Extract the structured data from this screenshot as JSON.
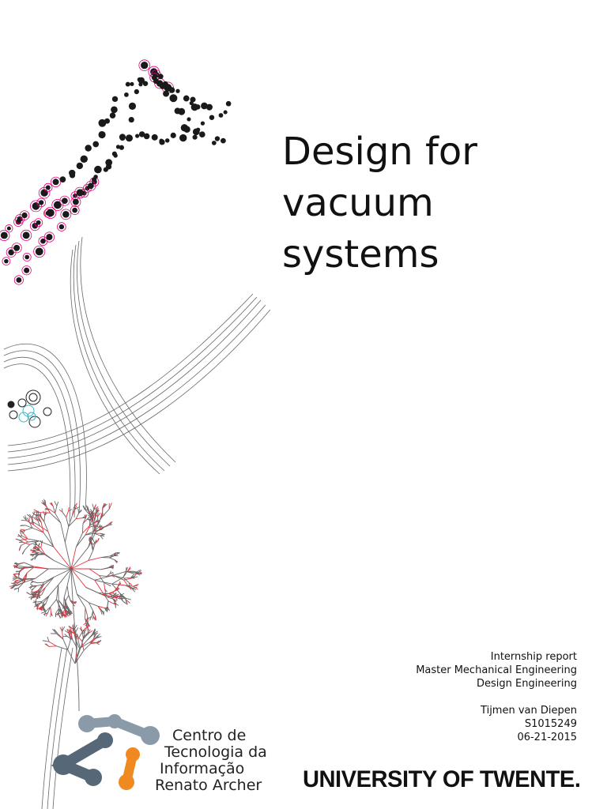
{
  "title_lines": [
    "Design for",
    "vacuum",
    "systems"
  ],
  "report": {
    "type": "Internship report",
    "program": "Master Mechanical Engineering",
    "track": "Design Engineering",
    "author": "Tijmen van Diepen",
    "student_number": "S1015249",
    "date": "06-21-2015"
  },
  "cti_logo": {
    "lines": [
      "Centro de",
      "Tecnologia da",
      "Informação",
      "Renato Archer"
    ],
    "colors": {
      "dark": "#566877",
      "light": "#8a9aa8",
      "orange": "#f08a20"
    }
  },
  "university_logo": "UNIVERSITY OF TWENTE.",
  "art_colors": {
    "dots": "#1a1a1a",
    "pink": "#e4007c",
    "cyan": "#3ab6c8",
    "red": "#e8323c",
    "lines": "#555555"
  }
}
